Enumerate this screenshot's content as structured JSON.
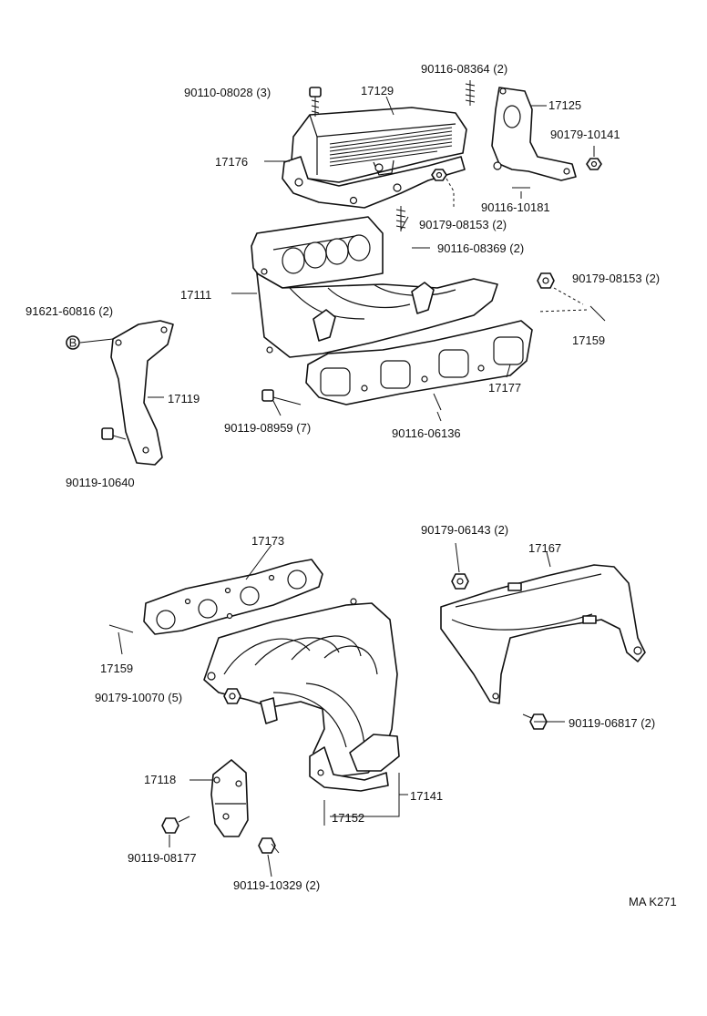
{
  "labels": {
    "p90110_08028": "90110-08028 (3)",
    "p17129": "17129",
    "p90116_08364": "90116-08364 (2)",
    "p17125": "17125",
    "p90179_10141": "90179-10141",
    "p17176": "17176",
    "p90116_10181": "90116-10181",
    "p90179_08153_a": "90179-08153 (2)",
    "p90116_08369": "90116-08369 (2)",
    "p90179_08153_b": "90179-08153 (2)",
    "p91621_60816": "91621-60816 (2)",
    "p17111": "17111",
    "p17159_a": "17159",
    "p17119": "17119",
    "p17177": "17177",
    "p90119_08959": "90119-08959 (7)",
    "p90116_06136": "90116-06136",
    "p90119_10640": "90119-10640",
    "p90179_06143": "90179-06143 (2)",
    "p17173": "17173",
    "p17167": "17167",
    "p17159_b": "17159",
    "p90179_10070": "90179-10070 (5)",
    "p90119_06817": "90119-06817 (2)",
    "p17118": "17118",
    "p17141": "17141",
    "p17152": "17152",
    "p90119_08177": "90119-08177",
    "p90119_10329": "90119-10329 (2)",
    "washer_mark": "B",
    "page_code": "MA K271"
  }
}
